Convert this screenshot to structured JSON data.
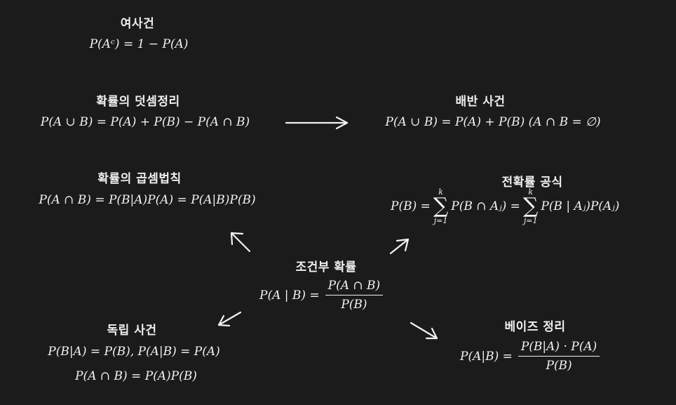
{
  "nodes": {
    "complement": {
      "title": "여사건",
      "formula": "P(Aᶜ) = 1 − P(A)"
    },
    "addition": {
      "title": "확률의 덧셈정리",
      "formula": "P(A ∪ B) = P(A) + P(B) − P(A ∩ B)"
    },
    "exclusive": {
      "title": "배반 사건",
      "formula": "P(A ∪ B) = P(A) + P(B)    (A ∩ B = ∅)"
    },
    "multiplication": {
      "title": "확률의 곱셈법칙",
      "formula": "P(A ∩ B) = P(B|A)P(A) = P(A|B)P(B)"
    },
    "total": {
      "title": "전확률 공식",
      "lhs": "P(B) =",
      "sum_upper": "k",
      "sum_lower": "j=1",
      "term1": "P(B ∩ Aⱼ) =",
      "term2": "P(B | Aⱼ)P(Aⱼ)"
    },
    "conditional": {
      "title": "조건부 확률",
      "lhs": "P(A | B) =",
      "numerator": "P(A ∩ B)",
      "denominator": "P(B)"
    },
    "independent": {
      "title": "독립 사건",
      "formula1": "P(B|A) = P(B),  P(A|B) = P(A)",
      "formula2": "P(A ∩ B) = P(A)P(B)"
    },
    "bayes": {
      "title": "베이즈 정리",
      "lhs": "P(A|B) =",
      "numerator": "P(B|A) · P(A)",
      "denominator": "P(B)"
    }
  },
  "colors": {
    "background": "#1b1b1b",
    "text": "#f2f2f2",
    "arrow": "#f2f2f2"
  }
}
